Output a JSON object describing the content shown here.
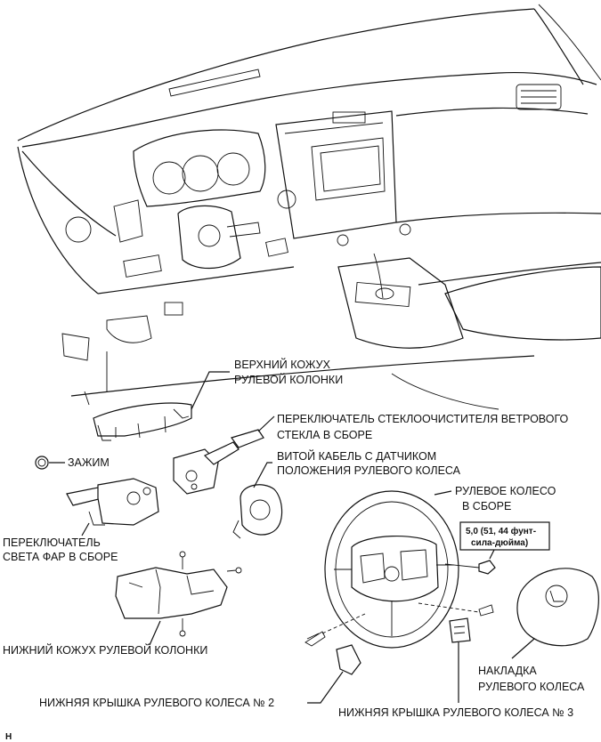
{
  "labels": {
    "upper_cover": [
      "ВЕРХНИЙ КОЖУХ",
      "РУЛЕВОЙ КОЛОНКИ"
    ],
    "wiper_switch": [
      "ПЕРЕКЛЮЧАТЕЛЬ СТЕКЛООЧИСТИТЕЛЯ ВЕТРОВОГО",
      "СТЕКЛА В СБОРЕ"
    ],
    "clamp": "ЗАЖИМ",
    "spiral_cable": [
      "ВИТОЙ КАБЕЛЬ С ДАТЧИКОМ",
      "ПОЛОЖЕНИЯ РУЛЕВОГО КОЛЕСА"
    ],
    "steering_wheel": [
      "РУЛЕВОЕ КОЛЕСО",
      "В СБОРЕ"
    ],
    "torque": [
      "5,0 (51, 44 фунт-",
      "сила-дюйма)"
    ],
    "headlight_switch": [
      "ПЕРЕКЛЮЧАТЕЛЬ",
      "СВЕТА ФАР В СБОРЕ"
    ],
    "lower_cover": "НИЖНИЙ КОЖУХ РУЛЕВОЙ КОЛОНКИ",
    "airbag_pad": [
      "НАКЛАДКА",
      "РУЛЕВОГО КОЛЕСА"
    ],
    "lower_cover_no2": "НИЖНЯЯ КРЫШКА РУЛЕВОГО КОЛЕСА № 2",
    "lower_cover_no3": "НИЖНЯЯ КРЫШКА РУЛЕВОГО КОЛЕСА № 3",
    "corner_mark": "H"
  }
}
